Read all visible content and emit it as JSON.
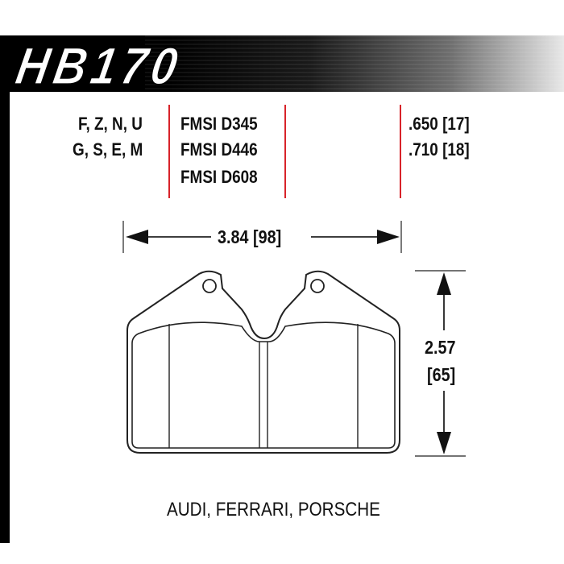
{
  "header": {
    "part_number": "HB170"
  },
  "specs": {
    "compounds_line1": "F, Z, N, U",
    "compounds_line2": "G, S, E, M",
    "fmsi": [
      "FMSI D345",
      "FMSI D446",
      "FMSI D608"
    ],
    "thickness": [
      ".650 [17]",
      ".710 [18]"
    ]
  },
  "dimensions": {
    "width": "3.84 [98]",
    "height_in": "2.57",
    "height_mm": "[65]"
  },
  "applications": "AUDI, FERRARI, PORSCHE",
  "colors": {
    "accent_red": "#d8232a",
    "outline": "#222222"
  }
}
